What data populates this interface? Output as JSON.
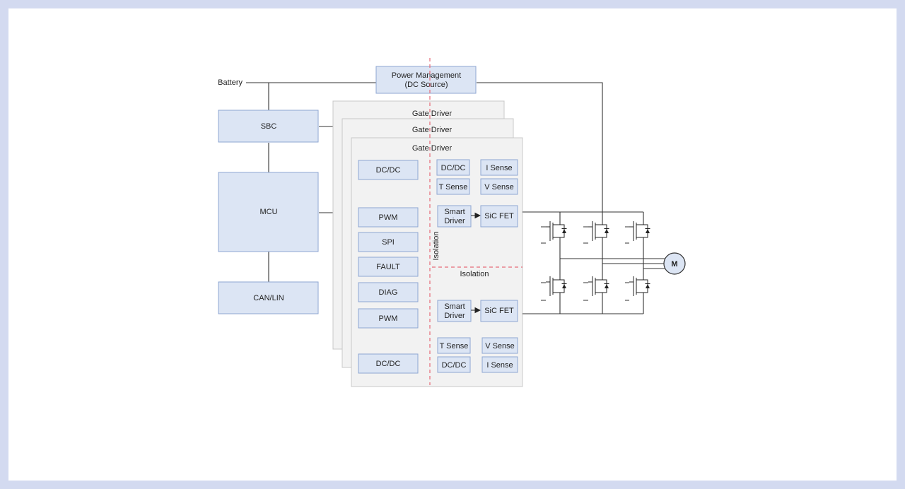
{
  "battery_label": "Battery",
  "power_management": [
    "Power Management",
    "(DC Source)"
  ],
  "sbc": "SBC",
  "mcu": "MCU",
  "can_lin": "CAN/LIN",
  "gate_driver_cards": [
    "Gate Driver",
    "Gate Driver",
    "Gate Driver"
  ],
  "left_blocks": [
    "DC/DC",
    "PWM",
    "SPI",
    "FAULT",
    "DIAG",
    "PWM",
    "DC/DC"
  ],
  "top_sense": [
    "DC/DC",
    "I Sense",
    "T Sense",
    "V Sense"
  ],
  "bottom_sense": [
    "T Sense",
    "V Sense",
    "DC/DC",
    "I Sense"
  ],
  "smart_driver": [
    "Smart",
    "Driver"
  ],
  "sic_fet": "SiC FET",
  "isolation_vertical": "Isolation",
  "isolation_horizontal": "Isolation",
  "motor": "M",
  "colors": {
    "block_fill": "#dce5f4",
    "block_border": "#8ea6d2",
    "card_fill": "#f2f2f2",
    "isolation_line": "#e76b78",
    "frame_border": "#d3daf0"
  }
}
